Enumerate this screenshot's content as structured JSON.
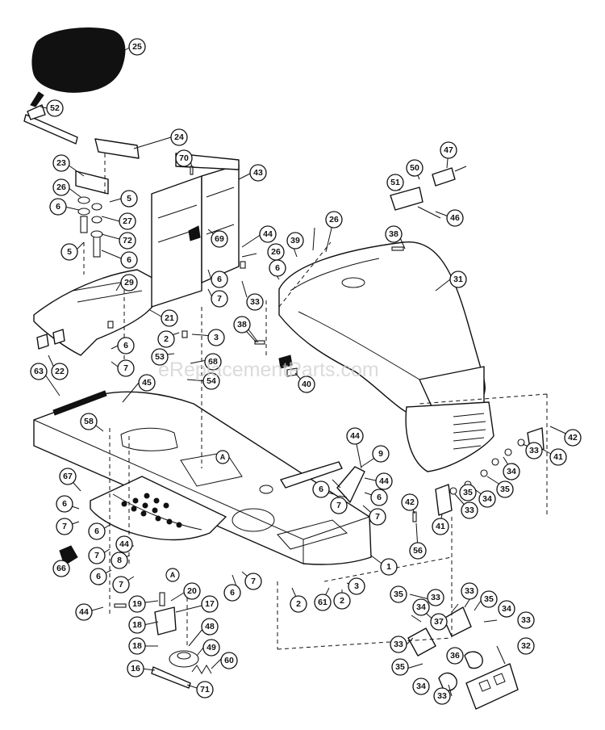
{
  "watermark": "eReplacementParts.com",
  "reference_marker": "A",
  "callouts": [
    "25",
    "52",
    "24",
    "23",
    "70",
    "43",
    "26",
    "6",
    "5",
    "27",
    "72",
    "69",
    "44",
    "5",
    "6",
    "29",
    "6",
    "7",
    "33",
    "21",
    "2",
    "3",
    "38",
    "53",
    "68",
    "54",
    "63",
    "22",
    "6",
    "7",
    "45",
    "58",
    "26",
    "6",
    "39",
    "26",
    "38",
    "31",
    "47",
    "50",
    "51",
    "46",
    "40",
    "42",
    "41",
    "33",
    "34",
    "35",
    "34",
    "33",
    "35",
    "42",
    "41",
    "56",
    "44",
    "9",
    "6",
    "7",
    "44",
    "6",
    "7",
    "67",
    "6",
    "7",
    "6",
    "7",
    "44",
    "8",
    "6",
    "7",
    "66",
    "6",
    "7",
    "1",
    "2",
    "61",
    "2",
    "3",
    "44",
    "19",
    "20",
    "17",
    "18",
    "48",
    "18",
    "49",
    "16",
    "60",
    "71",
    "33",
    "35",
    "34",
    "37",
    "33",
    "33",
    "35",
    "34",
    "33",
    "36",
    "32",
    "35",
    "34",
    "33"
  ]
}
